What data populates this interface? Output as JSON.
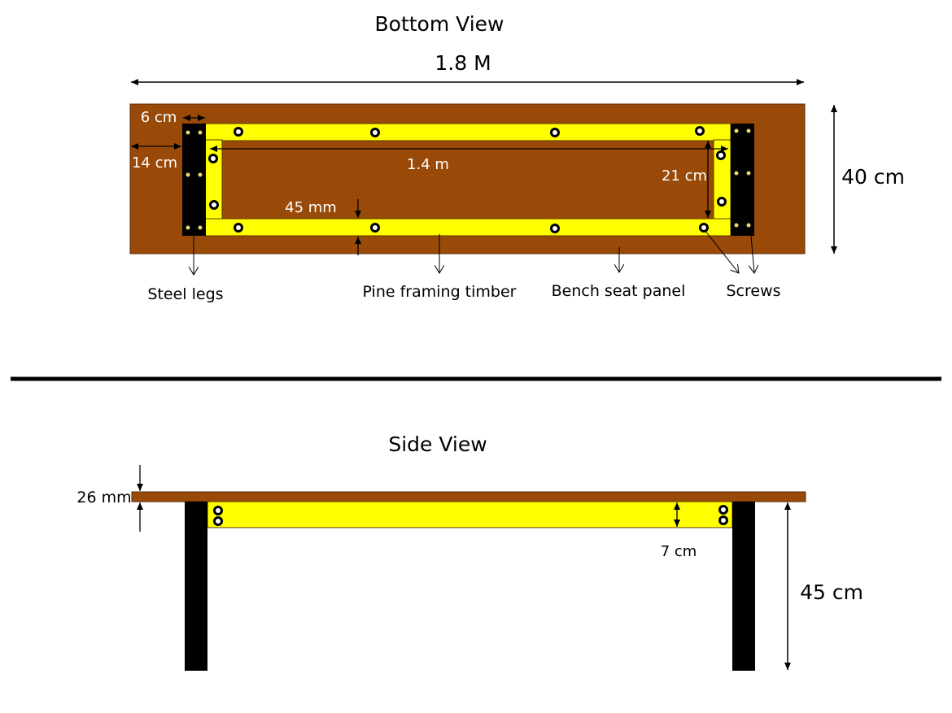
{
  "bottom_view": {
    "title": "Bottom View",
    "overall_length": "1.8 M",
    "panel_width": "40 cm",
    "leg_width": "6 cm",
    "leg_offset": "14 cm",
    "inner_length": "1.4 m",
    "inner_width": "21 cm",
    "timber_width": "45 mm",
    "labels": {
      "steel_legs": "Steel legs",
      "pine_framing": "Pine framing timber",
      "bench_panel": "Bench seat panel",
      "screws": "Screws"
    }
  },
  "side_view": {
    "title": "Side View",
    "panel_thickness": "26 mm",
    "frame_height": "7 cm",
    "leg_height": "45 cm"
  },
  "colors": {
    "panel": "#9a4a08",
    "timber": "#ffff00",
    "steel": "#000000"
  }
}
